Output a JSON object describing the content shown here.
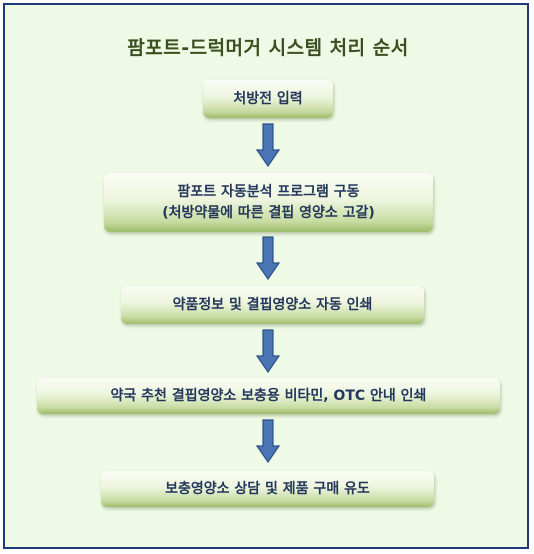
{
  "title": "팜포트-드럭머거 시스템 처리 순서",
  "steps": [
    {
      "line1": "처방전 입력",
      "line2": ""
    },
    {
      "line1": "팜포트 자동분석 프로그램 구동",
      "line2": "(처방약물에 따른 결핍 영양소 고갈)"
    },
    {
      "line1": "약품정보 및 결핍영양소 자동 인쇄",
      "line2": ""
    },
    {
      "line1": "약국 추천 결핍영양소 보충용 비타민, OTC 안내 인쇄",
      "line2": ""
    },
    {
      "line1": "보충영양소 상담 및 제품 구매 유도",
      "line2": ""
    }
  ],
  "colors": {
    "frame_border": "#1f3a7a",
    "background": "#eefae6",
    "arrow": "#4a76b6",
    "text": "#22375a"
  },
  "arrow_icon": "arrow-down-icon"
}
